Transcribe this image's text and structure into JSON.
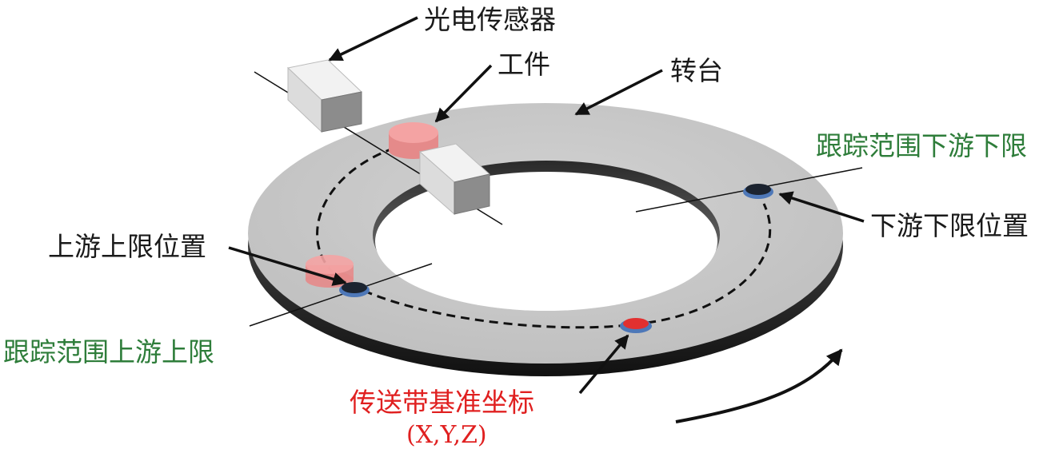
{
  "labels": {
    "photo_sensor": "光电传感器",
    "workpiece": "工件",
    "turntable": "转台",
    "track_downstream_limit": "跟踪范围下游下限",
    "downstream_lower_position": "下游下限位置",
    "upstream_upper_position": "上游上限位置",
    "track_upstream_limit": "跟踪范围上游上限",
    "conveyor_base_frame": "传送带基准坐标",
    "coords": "(X,Y,Z)"
  },
  "colors": {
    "ring_top": "#c6c6c6",
    "ring_edge": "#3a3a3a",
    "workpiece": "#f4a3a3",
    "workpiece_side": "#e58a8a",
    "sensor": "#e6e6e6",
    "marker_dark": "#1c2430",
    "marker_rim": "#4e78b8",
    "marker_red": "#e23030",
    "green_text": "#2e7d3a",
    "red_text": "#e02020",
    "arrow": "#111111"
  }
}
